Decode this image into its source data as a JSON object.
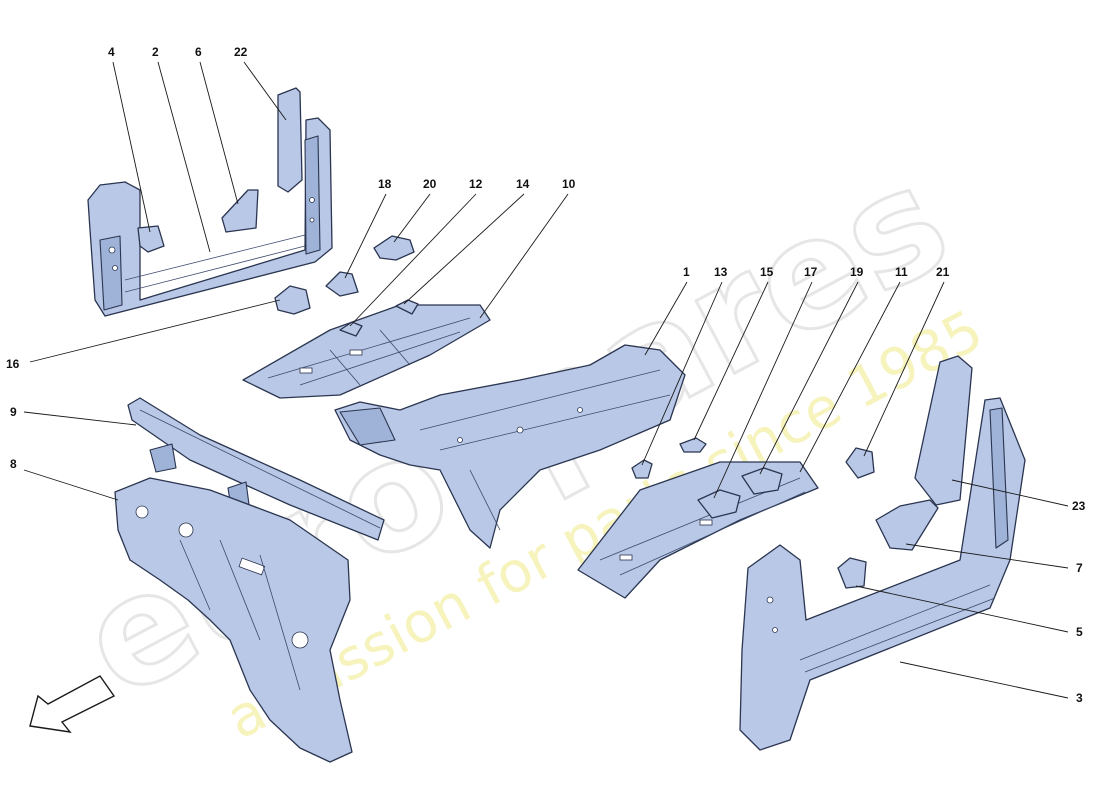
{
  "watermark": {
    "brand": "eurospares",
    "tagline": "a passion for parts since 1985"
  },
  "callouts": [
    {
      "id": "c1",
      "label": "1"
    },
    {
      "id": "c2",
      "label": "2"
    },
    {
      "id": "c3",
      "label": "3"
    },
    {
      "id": "c4",
      "label": "4"
    },
    {
      "id": "c5",
      "label": "5"
    },
    {
      "id": "c6",
      "label": "6"
    },
    {
      "id": "c7",
      "label": "7"
    },
    {
      "id": "c8",
      "label": "8"
    },
    {
      "id": "c9",
      "label": "9"
    },
    {
      "id": "c10",
      "label": "10"
    },
    {
      "id": "c11",
      "label": "11"
    },
    {
      "id": "c12",
      "label": "12"
    },
    {
      "id": "c13",
      "label": "13"
    },
    {
      "id": "c14",
      "label": "14"
    },
    {
      "id": "c15",
      "label": "15"
    },
    {
      "id": "c16",
      "label": "16"
    },
    {
      "id": "c17",
      "label": "17"
    },
    {
      "id": "c18",
      "label": "18"
    },
    {
      "id": "c19",
      "label": "19"
    },
    {
      "id": "c20",
      "label": "20"
    },
    {
      "id": "c21",
      "label": "21"
    },
    {
      "id": "c22",
      "label": "22"
    },
    {
      "id": "c23",
      "label": "23"
    }
  ],
  "colors": {
    "part_fill": "#b9c8e6",
    "part_stroke": "#2a3550",
    "watermark_grey": "#e6e6e6",
    "watermark_yellow": "#f3f0a8"
  }
}
